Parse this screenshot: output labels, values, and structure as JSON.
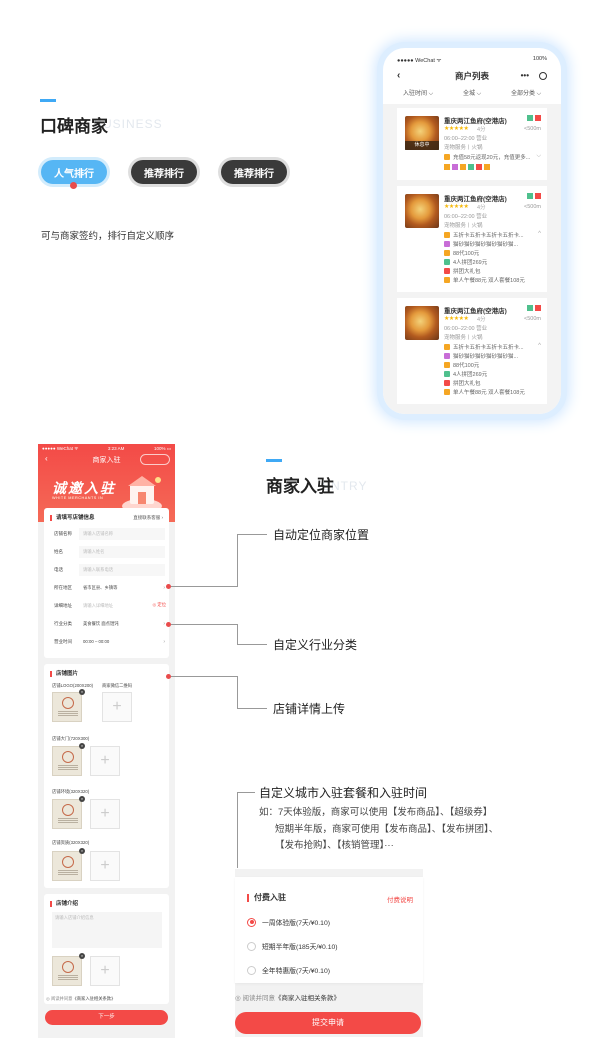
{
  "section1": {
    "title": "口碑商家",
    "en": "BUSINESS",
    "pills": [
      "人气排行",
      "推荐排行",
      "推荐排行"
    ],
    "desc": "可与商家签约，排行自定义顺序"
  },
  "phone1": {
    "status_left": "●●●●● WeChat ᯤ",
    "status_right": "100%",
    "title": "商户列表",
    "back": "‹",
    "more": "•••",
    "filters": [
      "入驻时间 ⌵",
      "全城 ⌵",
      "全部分类 ⌵"
    ],
    "cards": [
      {
        "name": "重庆两江鱼府(空港店)",
        "badge": "休息中",
        "stars": "★★★★★",
        "score": "4分",
        "dist": "<500m",
        "hours": "06:00–22:00 营业",
        "cat": "宠物服务丨火锅",
        "promos": [
          {
            "text": "充值58元返现20元，充值更多...",
            "color": "#f5a623"
          }
        ]
      },
      {
        "name": "重庆两江鱼府(空港店)",
        "badge": "",
        "stars": "★★★★★",
        "score": "4分",
        "dist": "<500m",
        "hours": "06:00–22:00 营业",
        "cat": "宠物服务丨火锅",
        "promos": [
          {
            "text": "五折卡五折卡五折卡五折卡...",
            "color": "#f5a623"
          },
          {
            "text": "猫砂猫砂猫砂猫砂猫砂猫...",
            "color": "#c86dd7"
          },
          {
            "text": "88代100元",
            "color": "#f5a623"
          },
          {
            "text": "4人拼团269元",
            "color": "#4fc08d"
          },
          {
            "text": "拼团大礼包",
            "color": "#f34a47"
          },
          {
            "text": "单人午餐88元  双人套餐108元",
            "color": "#f5a623"
          }
        ]
      },
      {
        "name": "重庆两江鱼府(空港店)",
        "badge": "",
        "stars": "★★★★★",
        "score": "4分",
        "dist": "<500m",
        "hours": "06:00–22:00 营业",
        "cat": "宠物服务丨火锅",
        "promos": [
          {
            "text": "五折卡五折卡五折卡五折卡...",
            "color": "#f5a623"
          },
          {
            "text": "猫砂猫砂猫砂猫砂猫砂猫...",
            "color": "#c86dd7"
          },
          {
            "text": "88代100元",
            "color": "#f5a623"
          },
          {
            "text": "4人拼团269元",
            "color": "#4fc08d"
          },
          {
            "text": "拼团大礼包",
            "color": "#f34a47"
          },
          {
            "text": "单人午餐88元  双人套餐108元",
            "color": "#f5a623"
          }
        ]
      }
    ]
  },
  "section2": {
    "title": "商家入驻",
    "en": "ENTRY"
  },
  "phone2": {
    "status_left": "●●●●● WeChat ᯤ",
    "status_center": "3:23 AM",
    "status_right": "100% ▭",
    "title": "商家入驻",
    "back": "‹",
    "banner": "诚邀入驻",
    "banner_en": "WHITE MERCHANTS IN",
    "form_title": "请填写店铺信息",
    "form_link": "直接联系客服 ›",
    "fields": [
      {
        "label": "店铺名称",
        "placeholder": "请输入店铺名称"
      },
      {
        "label": "姓名",
        "placeholder": "请输入姓名"
      },
      {
        "label": "电话",
        "placeholder": "请输入联系电话"
      },
      {
        "label": "所在地区",
        "value": "省市区县、乡镇等"
      },
      {
        "label": "详细地址",
        "placeholder": "请输入详细地址",
        "extra": "◎ 定位"
      },
      {
        "label": "行业分类",
        "value": "美食餐饮 面点馄饨"
      },
      {
        "label": "营业时间",
        "value": "00:00 – 00:00"
      }
    ],
    "img_title": "店铺图片",
    "img_groups": [
      {
        "label": "店铺LOGO(200X200)",
        "label2": "商家微信二维码"
      },
      {
        "label": "店铺大门(720X300)"
      },
      {
        "label": "店铺环境(320X320)"
      },
      {
        "label": "店铺资质(320X320)"
      }
    ],
    "intro_title": "店铺介绍",
    "intro_placeholder": "请输入店铺介绍信息",
    "agree_prefix": "◎ 阅读并同意",
    "agree_link": "《商家入驻相关条款》",
    "next": "下一步"
  },
  "annotations": [
    "自动定位商家位置",
    "自定义行业分类",
    "店铺详情上传",
    "自定义城市入驻套餐和入驻时间"
  ],
  "example": {
    "line1": "如：7天体验版，商家可以使用【发布商品】、【超级券】",
    "line2": "短期半年版，商家可使用【发布商品】、【发布拼团】、",
    "line3": "【发布抢购】、【核销管理】···"
  },
  "pay": {
    "title": "付费入驻",
    "link": "付费说明",
    "options": [
      "一周体验版(7天/¥0.10)",
      "短期半年版(185天/¥0.10)",
      "全年特惠版(7天/¥0.10)"
    ],
    "agree_prefix": "◎ 阅读并同意",
    "agree_link": "《商家入驻相关条款》",
    "submit": "提交申请"
  },
  "colors": {
    "accent": "#3fa9f5",
    "brand_red": "#f34a47",
    "star": "#f5b90d"
  }
}
